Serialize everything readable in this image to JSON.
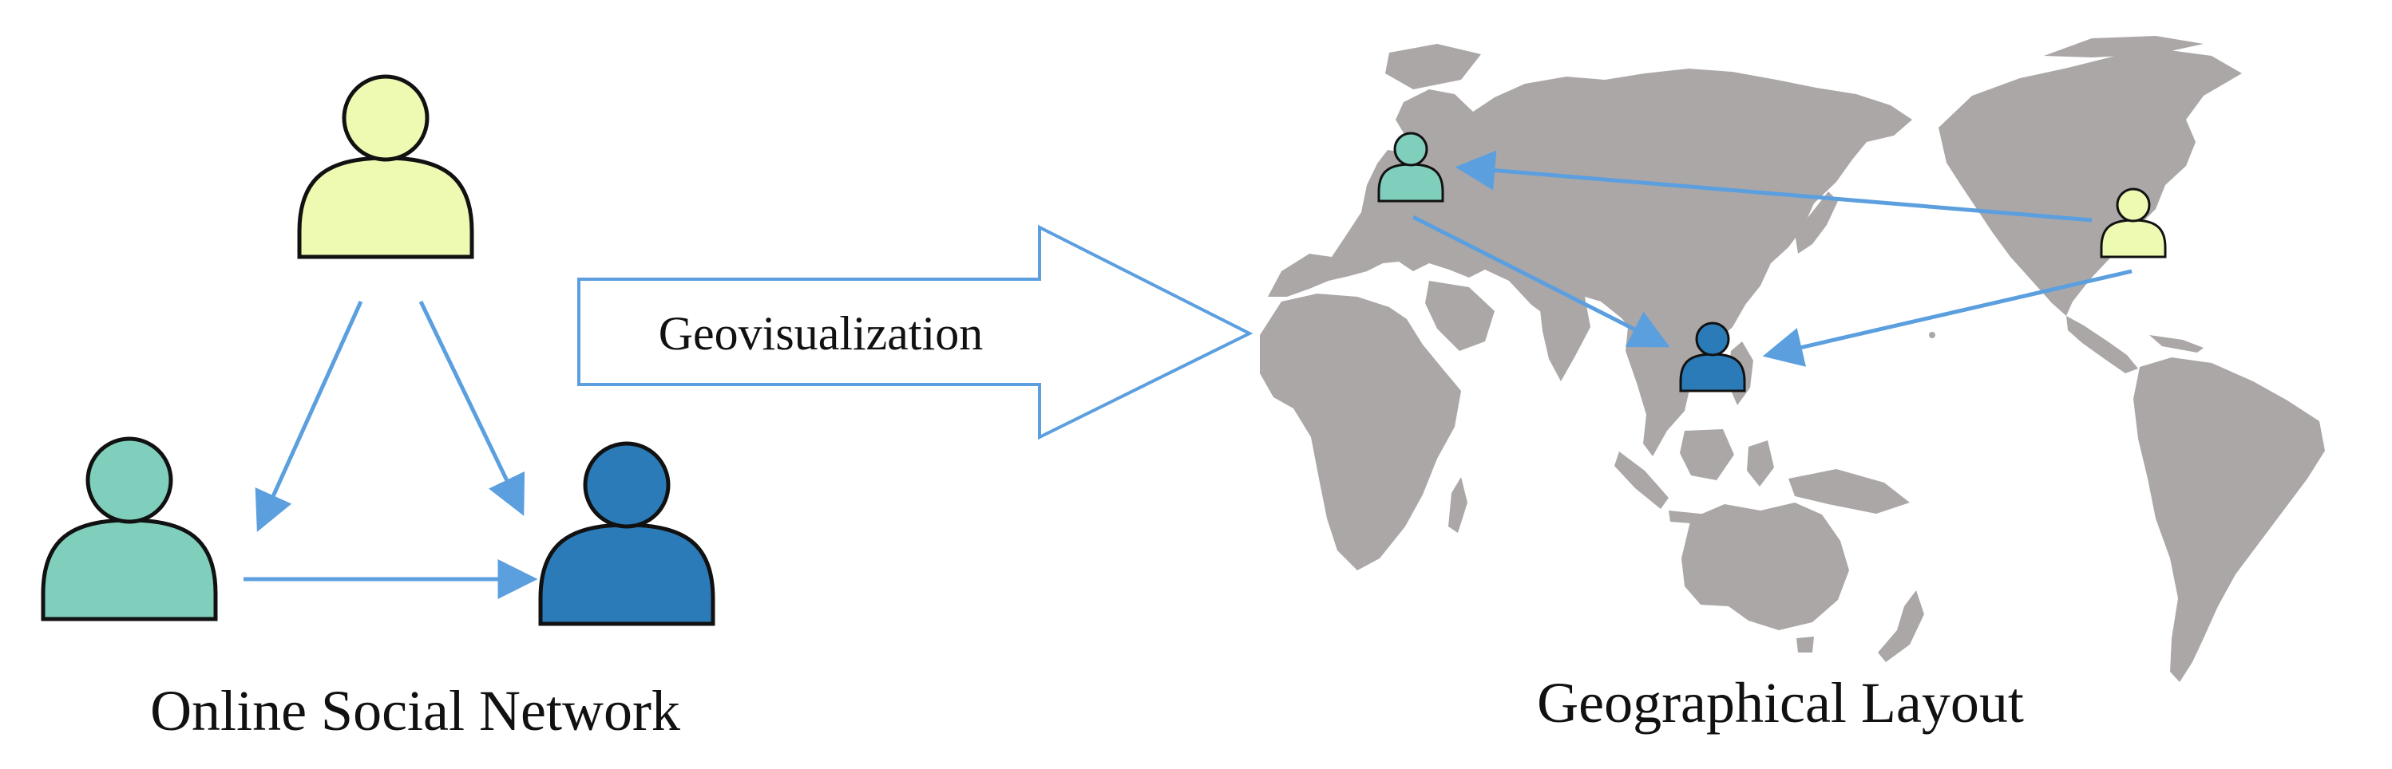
{
  "captions": {
    "network": "Online Social Network",
    "process": "Geovisualization",
    "map": "Geographical Layout"
  },
  "nodes": [
    {
      "id": "yellow",
      "color": "#eefab2"
    },
    {
      "id": "teal",
      "color": "#80cfbd"
    },
    {
      "id": "blue",
      "color": "#2b7bb9"
    }
  ],
  "colors": {
    "edge": "#5b9fdf",
    "land": "#aba7a7",
    "outline": "#111111"
  },
  "edges": [
    {
      "from": "yellow",
      "to": "teal"
    },
    {
      "from": "yellow",
      "to": "blue"
    },
    {
      "from": "teal",
      "to": "blue"
    }
  ],
  "map_edges": [
    {
      "from": "yellow",
      "to": "teal",
      "from_place": "North America",
      "to_place": "Europe"
    },
    {
      "from": "teal",
      "to": "blue",
      "from_place": "Europe",
      "to_place": "Southeast Asia"
    },
    {
      "from": "yellow",
      "to": "blue",
      "from_place": "North America",
      "to_place": "Southeast Asia"
    }
  ]
}
